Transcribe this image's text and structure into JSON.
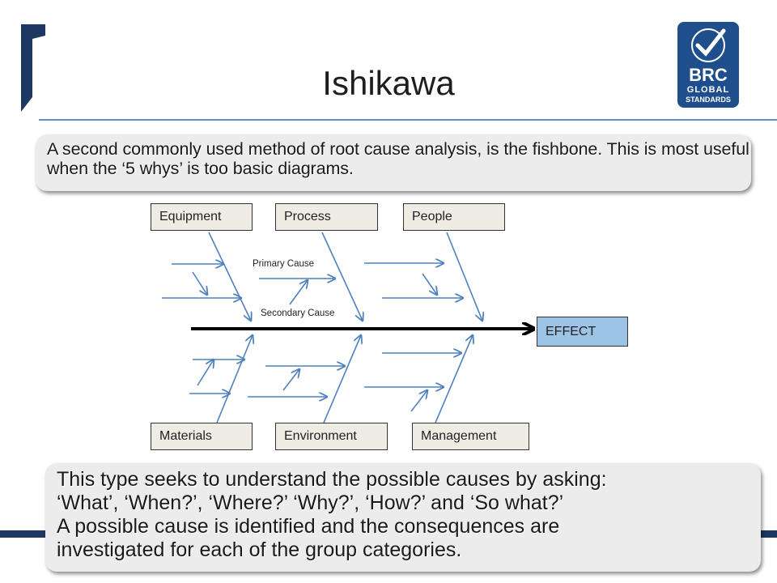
{
  "title": "Ishikawa",
  "logo": {
    "line1": "BRC",
    "line2": "GLOBAL",
    "line3": "STANDARDS",
    "brand_color": "#1f4e8c"
  },
  "intro_text": "A second commonly used method of root cause analysis, is the fishbone. This is most useful when the ‘5 whys’ is too basic  diagrams.",
  "diagram": {
    "top_categories": [
      "Equipment",
      "Process",
      "People"
    ],
    "bottom_categories": [
      "Materials",
      "Environment",
      "Management"
    ],
    "effect_label": "EFFECT",
    "primary_cause_label": "Primary Cause",
    "secondary_cause_label": "Secondary Cause",
    "arrow_color": "#4f81bd",
    "spine_color": "#000000"
  },
  "explanation": {
    "line1": "This type seeks to understand the possible causes by asking:",
    "line2": "‘What’, ‘When?’, ‘Where?’ ‘Why?’, ‘How?’ and ‘So what?’",
    "line3": "A possible cause is identified and the consequences are",
    "line4": "investigated for each of the group categories."
  }
}
